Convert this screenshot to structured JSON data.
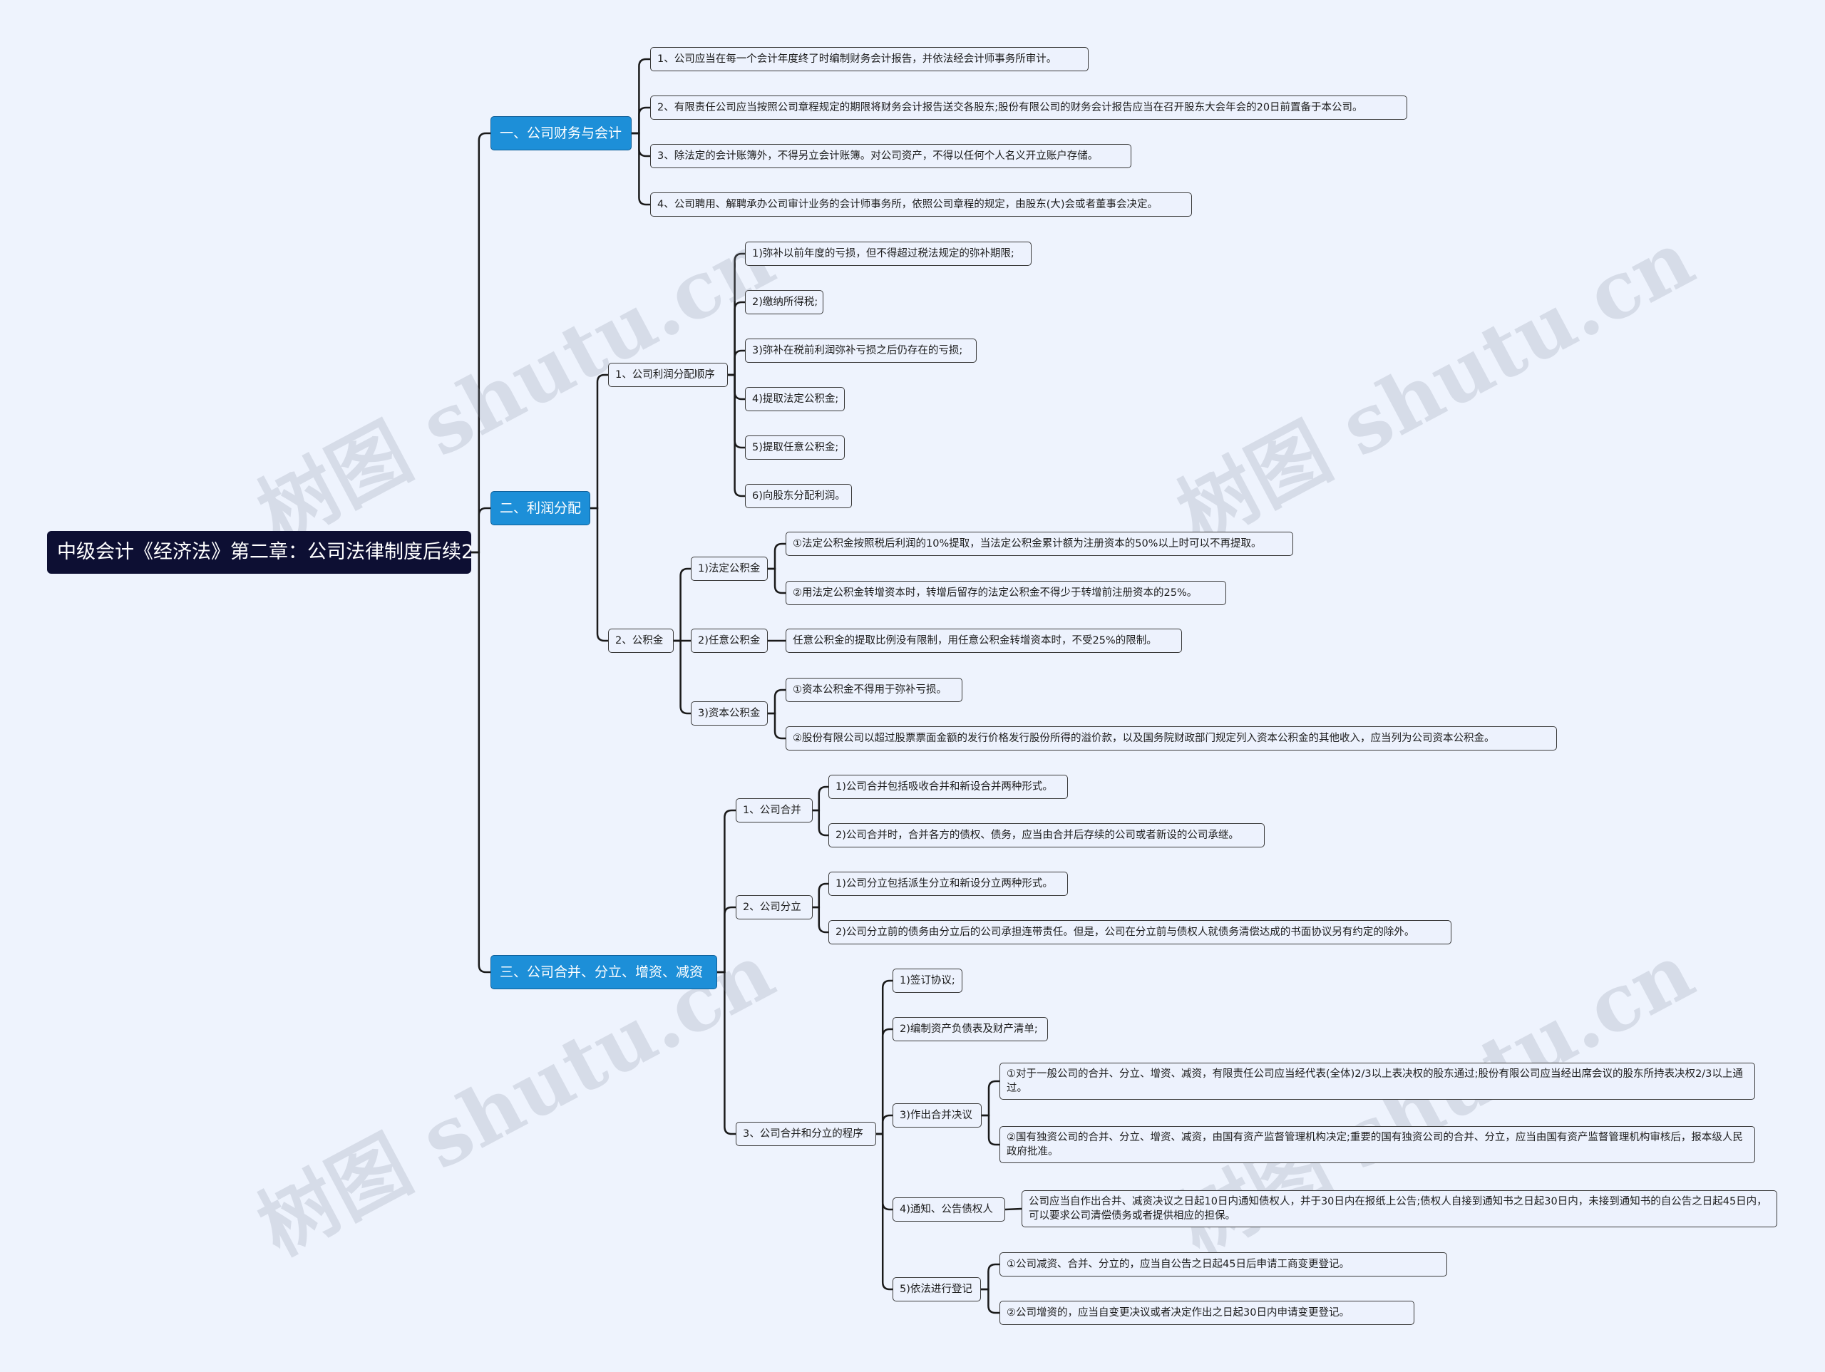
{
  "watermark": "树图 shutu.cn",
  "root": "中级会计《经济法》第二章：公司法律制度后续2",
  "sections": {
    "s1": {
      "title": "一、公司财务与会计",
      "items": [
        "1、公司应当在每一个会计年度终了时编制财务会计报告，并依法经会计师事务所审计。",
        "2、有限责任公司应当按照公司章程规定的期限将财务会计报告送交各股东;股份有限公司的财务会计报告应当在召开股东大会年会的20日前置备于本公司。",
        "3、除法定的会计账簿外，不得另立会计账簿。对公司资产，不得以任何个人名义开立账户存储。",
        "4、公司聘用、解聘承办公司审计业务的会计师事务所，依照公司章程的规定，由股东(大)会或者董事会决定。"
      ]
    },
    "s2": {
      "title": "二、利润分配",
      "order": {
        "title": "1、公司利润分配顺序",
        "items": [
          "1)弥补以前年度的亏损，但不得超过税法规定的弥补期限;",
          "2)缴纳所得税;",
          "3)弥补在税前利润弥补亏损之后仍存在的亏损;",
          "4)提取法定公积金;",
          "5)提取任意公积金;",
          "6)向股东分配利润。"
        ]
      },
      "reserve": {
        "title": "2、公积金",
        "statutory": {
          "title": "1)法定公积金",
          "items": [
            "①法定公积金按照税后利润的10%提取，当法定公积金累计额为注册资本的50%以上时可以不再提取。",
            "②用法定公积金转增资本时，转增后留存的法定公积金不得少于转增前注册资本的25%。"
          ]
        },
        "discretionary": {
          "title": "2)任意公积金",
          "items": [
            "任意公积金的提取比例没有限制，用任意公积金转增资本时，不受25%的限制。"
          ]
        },
        "capital": {
          "title": "3)资本公积金",
          "items": [
            "①资本公积金不得用于弥补亏损。",
            "②股份有限公司以超过股票票面金额的发行价格发行股份所得的溢价款，以及国务院财政部门规定列入资本公积金的其他收入，应当列为公司资本公积金。"
          ]
        }
      }
    },
    "s3": {
      "title": "三、公司合并、分立、增资、减资",
      "merger": {
        "title": "1、公司合并",
        "items": [
          "1)公司合并包括吸收合并和新设合并两种形式。",
          "2)公司合并时，合并各方的债权、债务，应当由合并后存续的公司或者新设的公司承继。"
        ]
      },
      "division": {
        "title": "2、公司分立",
        "items": [
          "1)公司分立包括派生分立和新设分立两种形式。",
          "2)公司分立前的债务由分立后的公司承担连带责任。但是，公司在分立前与债权人就债务清偿达成的书面协议另有约定的除外。"
        ]
      },
      "procedure": {
        "title": "3、公司合并和分立的程序",
        "sign": "1)签订协议;",
        "balance": "2)编制资产负债表及财产清单;",
        "resolution": {
          "title": "3)作出合并决议",
          "items": [
            "①对于一般公司的合并、分立、增资、减资，有限责任公司应当经代表(全体)2/3以上表决权的股东通过;股份有限公司应当经出席会议的股东所持表决权2/3以上通过。",
            "②国有独资公司的合并、分立、增资、减资，由国有资产监督管理机构决定;重要的国有独资公司的合并、分立，应当由国有资产监督管理机构审核后，报本级人民政府批准。"
          ]
        },
        "notice": {
          "title": "4)通知、公告债权人",
          "items": [
            "公司应当自作出合并、减资决议之日起10日内通知债权人，并于30日内在报纸上公告;债权人自接到通知书之日起30日内，未接到通知书的自公告之日起45日内，可以要求公司清偿债务或者提供相应的担保。"
          ]
        },
        "register": {
          "title": "5)依法进行登记",
          "items": [
            "①公司减资、合并、分立的，应当自公告之日起45日后申请工商变更登记。",
            "②公司增资的，应当自变更决议或者决定作出之日起30日内申请变更登记。"
          ]
        }
      }
    }
  }
}
